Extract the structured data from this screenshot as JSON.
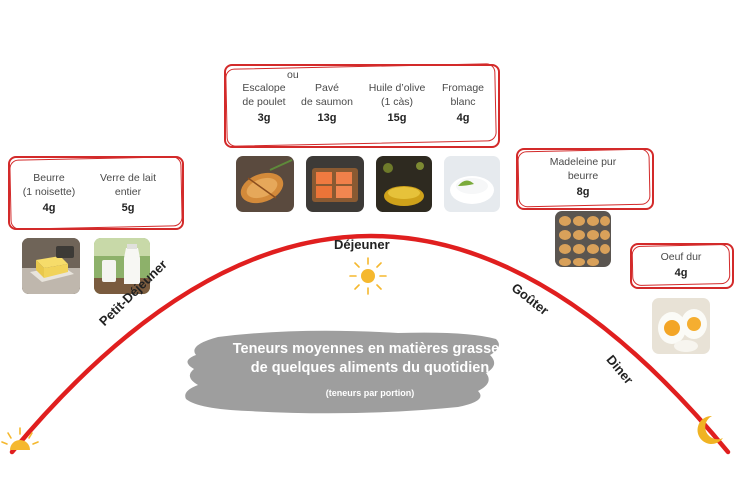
{
  "title_line1": "Teneurs moyennes en matières grasses",
  "title_line2": "de quelques aliments du quotidien",
  "subtitle": "(teneurs par portion)",
  "meals": {
    "petit_dejeuner": "Petit-Déjeuner",
    "dejeuner": "Déjeuner",
    "gouter": "Goûter",
    "diner": "Diner"
  },
  "petit_dejeuner_items": [
    {
      "line1": "Beurre",
      "line2": "(1 noisette)",
      "value": "4g"
    },
    {
      "line1": "Verre de lait",
      "line2": "entier",
      "value": "5g"
    }
  ],
  "dejeuner_items": [
    {
      "line1": "Escalope",
      "line2": "de poulet",
      "value": "3g"
    },
    {
      "line1": "Pavé",
      "line2": "de saumon",
      "value": "13g"
    },
    {
      "line1": "Huile d’olive",
      "line2": "(1 càs)",
      "value": "15g"
    },
    {
      "line1": "Fromage",
      "line2": "blanc",
      "value": "4g"
    }
  ],
  "dejeuner_or": "ou",
  "gouter_item": {
    "line1": "Madeleine pur",
    "line2": "beurre",
    "value": "8g"
  },
  "diner_item": {
    "line1": "Oeuf dur",
    "value": "4g"
  },
  "colors": {
    "arc": "#e01f1f",
    "box_border": "#d32a2a",
    "sun": "#f5b82e",
    "moon": "#f0b323",
    "brush": "#9e9e9e"
  },
  "icons": [
    "sunrise-icon",
    "sun-icon",
    "moon-icon"
  ],
  "photos": [
    "butter-photo",
    "milk-photo",
    "chicken-photo",
    "salmon-photo",
    "olive-oil-photo",
    "fromage-blanc-photo",
    "madeleines-photo",
    "boiled-egg-photo"
  ]
}
